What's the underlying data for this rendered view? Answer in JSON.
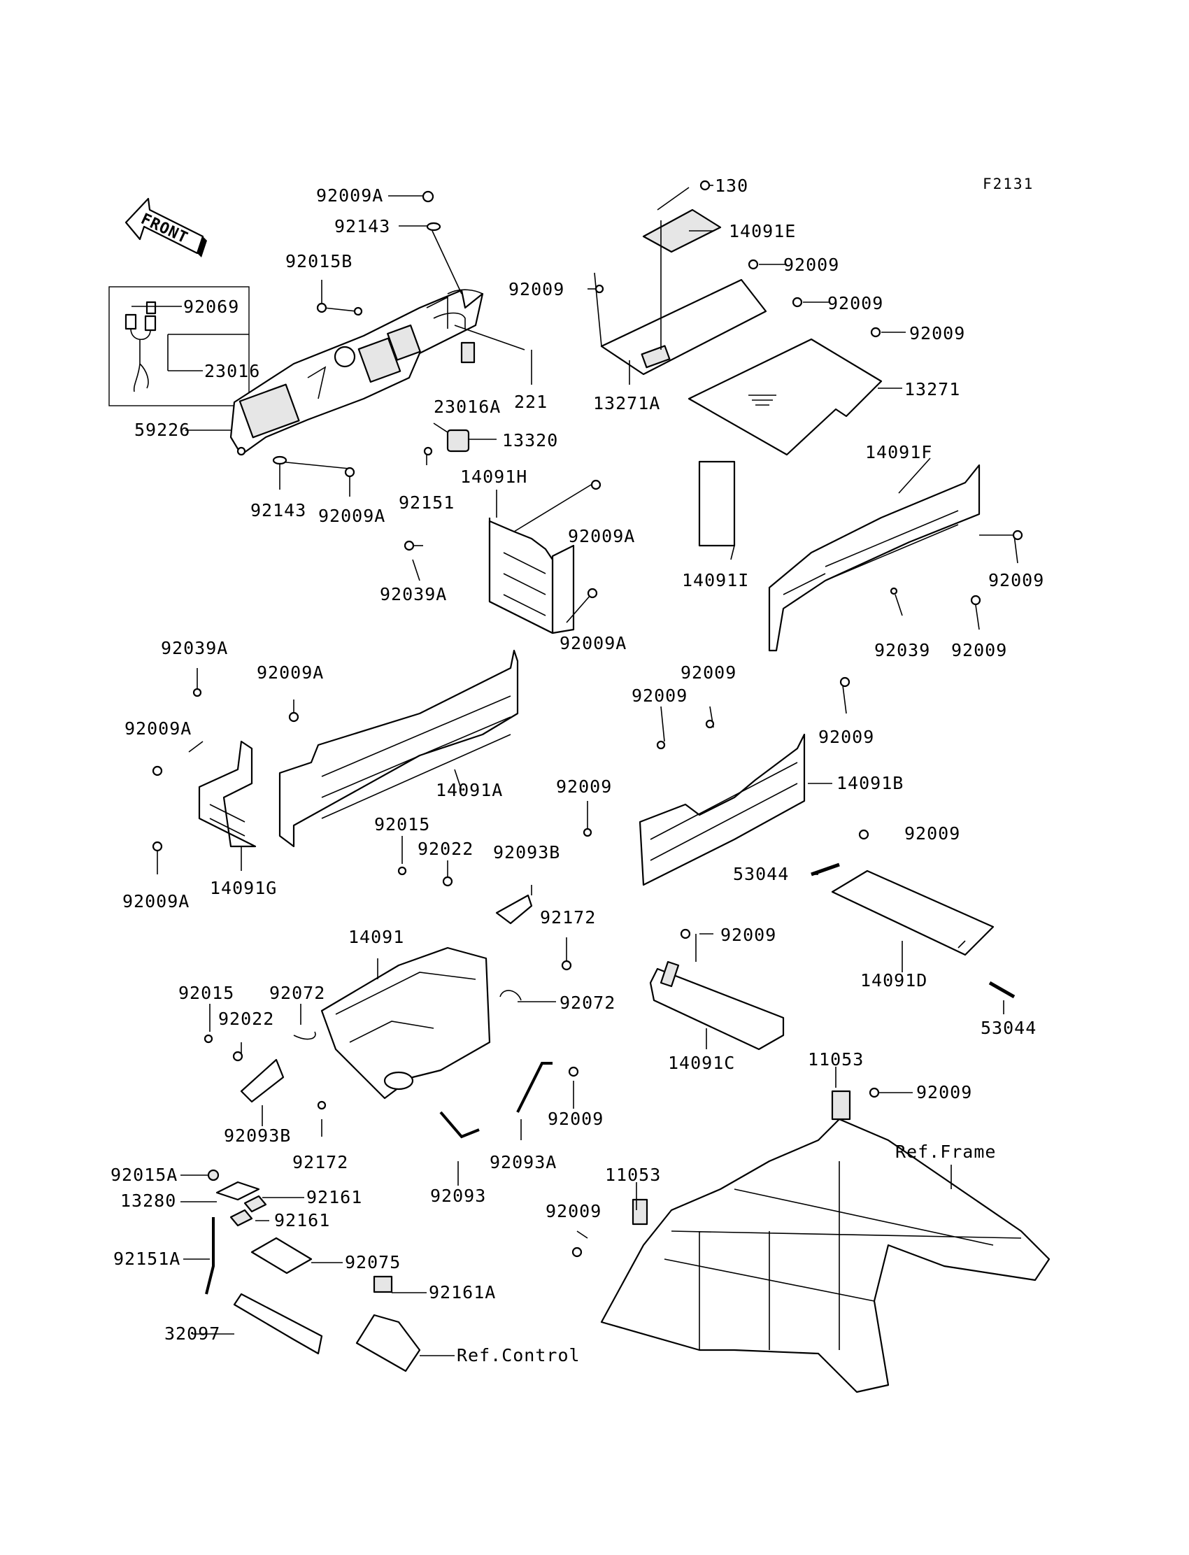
{
  "diagram_code": "F2131",
  "front_arrow_text": "FRONT",
  "labels": {
    "p92009A_top": "92009A",
    "p92143_top": "92143",
    "p92015B": "92015B",
    "p92069": "92069",
    "p23016": "23016",
    "p59226": "59226",
    "p23016A": "23016A",
    "p221": "221",
    "p92143_bot": "92143",
    "p92009A_bot": "92009A",
    "p13320": "13320",
    "p92151": "92151",
    "p130": "130",
    "p14091E": "14091E",
    "p92009_r1": "92009",
    "p92009_r2": "92009",
    "p92009_r3": "92009",
    "p92009_r4": "92009",
    "p13271A": "13271A",
    "p13271": "13271",
    "p14091H": "14091H",
    "p92009A_h1": "92009A",
    "p92039A_h": "92039A",
    "p92009A_h2": "92009A",
    "p14091F": "14091F",
    "p14091I": "14091I",
    "p92009_f1": "92009",
    "p92039_f": "92039",
    "p92009_f2": "92009",
    "p92009_f3": "92009",
    "p92039A_g": "92039A",
    "p92009A_a1": "92009A",
    "p92009A_g1": "92009A",
    "p14091A": "14091A",
    "p92009A_g2": "92009A",
    "p14091G": "14091G",
    "p92009_b1": "92009",
    "p92009_b2": "92009",
    "p14091B": "14091B",
    "p92009_b3": "92009",
    "p92015_c": "92015",
    "p92022_c": "92022",
    "p92093B_c": "92093B",
    "p92172_c": "92172",
    "p92009_d": "92009",
    "p53044_a": "53044",
    "p14091D": "14091D",
    "p53044_b": "53044",
    "p14091": "14091",
    "p92015_l": "92015",
    "p92072_l": "92072",
    "p92022_l": "92022",
    "p92072_r": "92072",
    "p92009_m": "92009",
    "p92093B_l": "92093B",
    "p92172_l": "92172",
    "p92093A": "92093A",
    "p92093": "92093",
    "p92009_c2": "92009",
    "p14091C": "14091C",
    "p11053_a": "11053",
    "p92009_fr1": "92009",
    "p11053_b": "11053",
    "p92009_fr2": "92009",
    "p_ref_frame": "Ref.Frame",
    "p92015A": "92015A",
    "p13280": "13280",
    "p92161_a": "92161",
    "p92161_b": "92161",
    "p92151A": "92151A",
    "p92075": "92075",
    "p92161A": "92161A",
    "p32097": "32097",
    "p_ref_control": "Ref.Control"
  }
}
